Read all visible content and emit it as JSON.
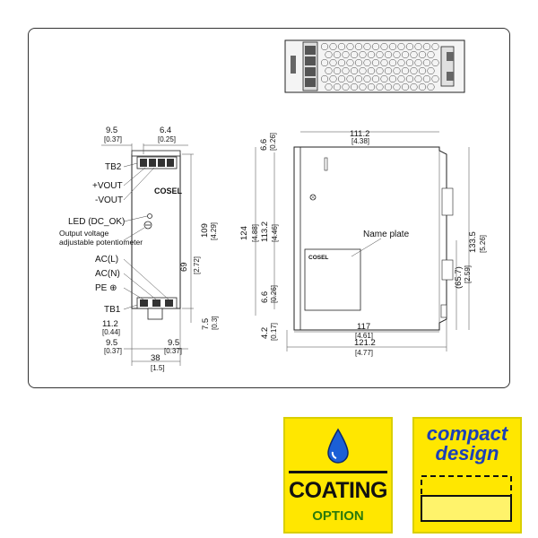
{
  "diagram": {
    "brand_logo": "COSEL",
    "front": {
      "top_width": "9.5",
      "top_width_in": "[0.37]",
      "top_offset": "6.4",
      "top_offset_in": "[0.25]",
      "tb2": "TB2",
      "vout_pos": "+VOUT",
      "vout_neg": "-VOUT",
      "led": "LED (DC_OK)",
      "pot_line1": "Output voltage",
      "pot_line2": "adjustable potentiometer",
      "ac_l": "AC(L)",
      "ac_n": "AC(N)",
      "pe": "PE ⊕",
      "tb1": "TB1",
      "h109": "109",
      "h109_in": "[4.29]",
      "h69": "69",
      "h69_in": "[2.72]",
      "h75": "7.5",
      "h75_in": "[0.3]",
      "w112": "11.2",
      "w112_in": "[0.44]",
      "w95a": "9.5",
      "w95a_in": "[0.37]",
      "w95b": "9.5",
      "w95b_in": "[0.37]",
      "w38": "38",
      "w38_in": "[1.5]"
    },
    "side": {
      "w1112": "111.2",
      "w1112_in": "[4.38]",
      "h66top": "6.6",
      "h66top_in": "[0.26]",
      "h124": "124",
      "h124_in": "[4.88]",
      "h1132": "113.2",
      "h1132_in": "[4.46]",
      "h1335": "133.5",
      "h1335_in": "[5.26]",
      "h657": "(65.7)",
      "h657_in": "[2.59]",
      "h66bot": "6.6",
      "h66bot_in": "[0.26]",
      "h42": "4.2",
      "h42_in": "[0.17]",
      "w117": "117",
      "w117_in": "[4.61]",
      "w1212": "121.2",
      "w1212_in": "[4.77]",
      "nameplate": "Name plate"
    }
  },
  "badges": {
    "coating_title": "COATING",
    "coating_sub": "OPTION",
    "compact_line1": "compact",
    "compact_line2": "design"
  },
  "colors": {
    "badge_bg": "#ffe700",
    "drop": "#1b5fd6",
    "compact_text": "#1b3fb8",
    "option_text": "#2b7a0b"
  }
}
